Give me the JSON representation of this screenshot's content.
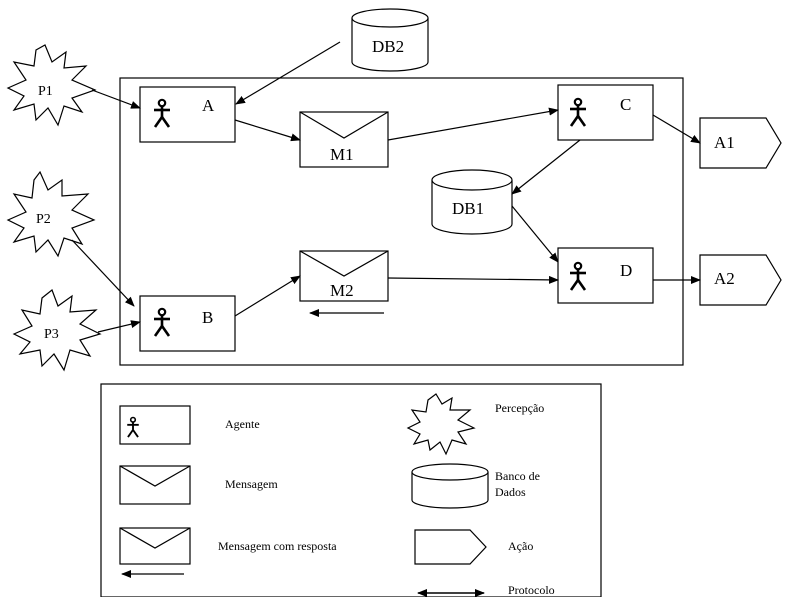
{
  "diagram": {
    "nodes": {
      "P1": "P1",
      "P2": "P2",
      "P3": "P3",
      "A": "A",
      "B": "B",
      "C": "C",
      "D": "D",
      "M1": "M1",
      "M2": "M2",
      "DB1": "DB1",
      "DB2": "DB2",
      "A1": "A1",
      "A2": "A2"
    }
  },
  "legend": {
    "agent": "Agente",
    "message": "Mensagem",
    "message_reply": "Mensagem com resposta",
    "perception": "Percepção",
    "database": "Banco de Dados",
    "database_line1": "Banco de",
    "database_line2": "Dados",
    "action": "Ação",
    "protocol": "Protocolo"
  }
}
